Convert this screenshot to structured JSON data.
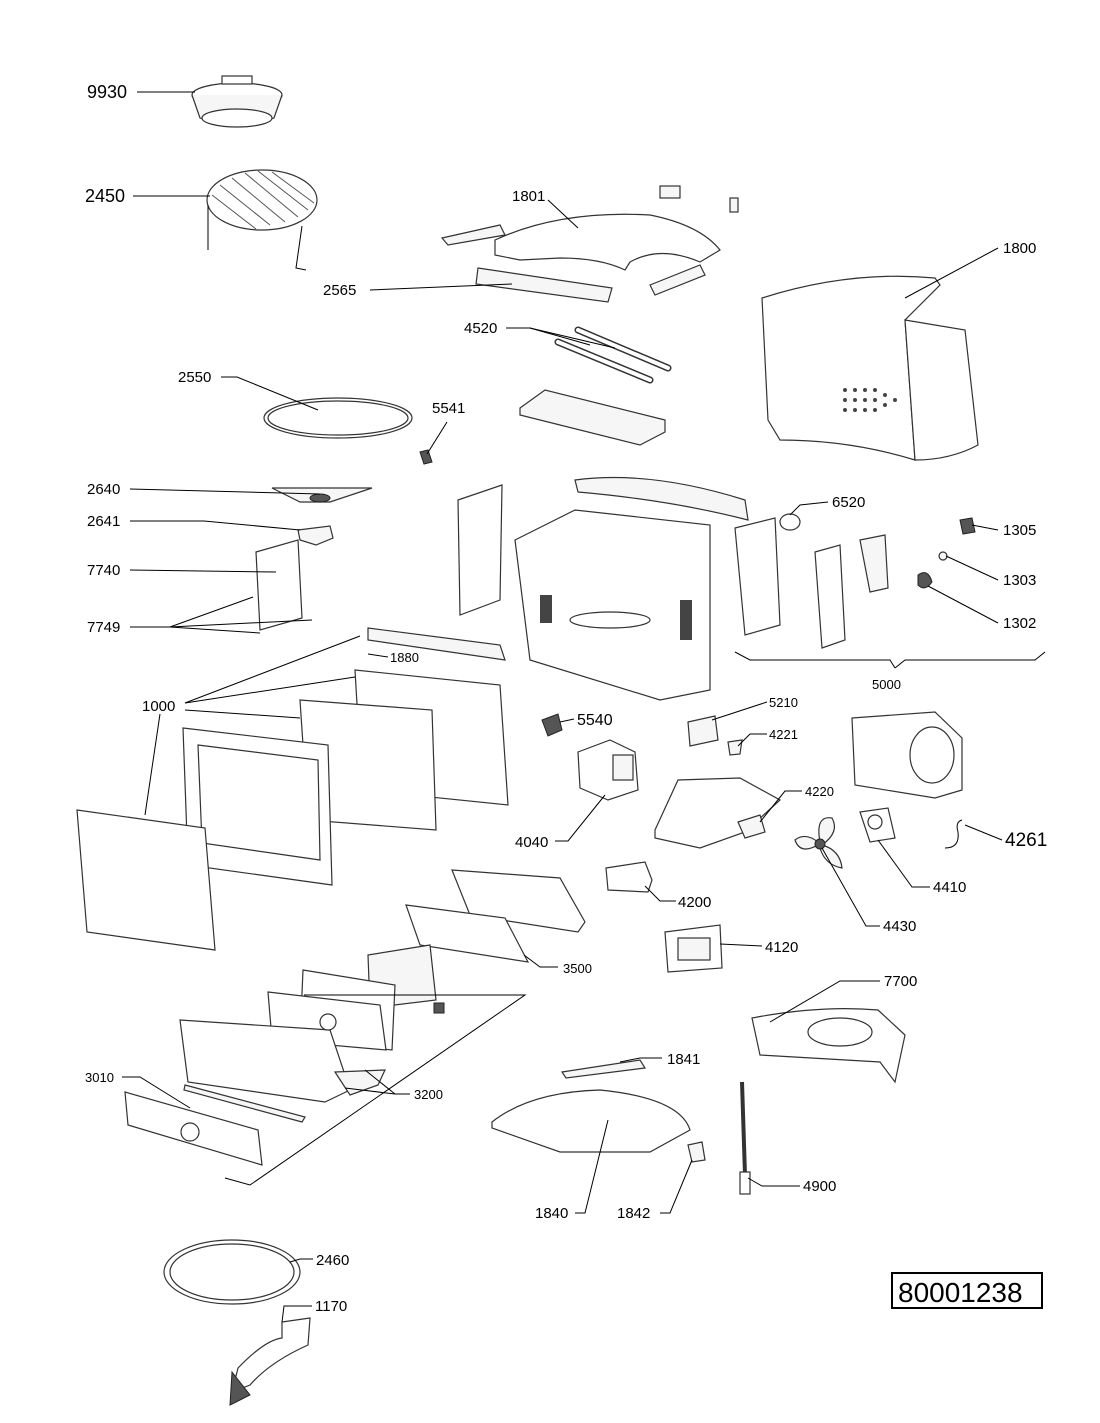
{
  "document_number": "80001238",
  "labels": {
    "p9930": "9930",
    "p2450": "2450",
    "p1801": "1801",
    "p1800": "1800",
    "p2565": "2565",
    "p4520": "4520",
    "p2550": "2550",
    "p5541": "5541",
    "p2640": "2640",
    "p2641": "2641",
    "p6520": "6520",
    "p1305": "1305",
    "p7740": "7740",
    "p1303": "1303",
    "p7749": "7749",
    "p1302": "1302",
    "p1880": "1880",
    "p5000": "5000",
    "p1000": "1000",
    "p5210": "5210",
    "p5540": "5540",
    "p4221": "4221",
    "p4220": "4220",
    "p4040": "4040",
    "p4261": "4261",
    "p4410": "4410",
    "p4200": "4200",
    "p4430": "4430",
    "p4120": "4120",
    "p3500": "3500",
    "p7700": "7700",
    "p1841": "1841",
    "p3010": "3010",
    "p3200": "3200",
    "p4900": "4900",
    "p1840": "1840",
    "p1842": "1842",
    "p2460": "2460",
    "p1170": "1170"
  }
}
